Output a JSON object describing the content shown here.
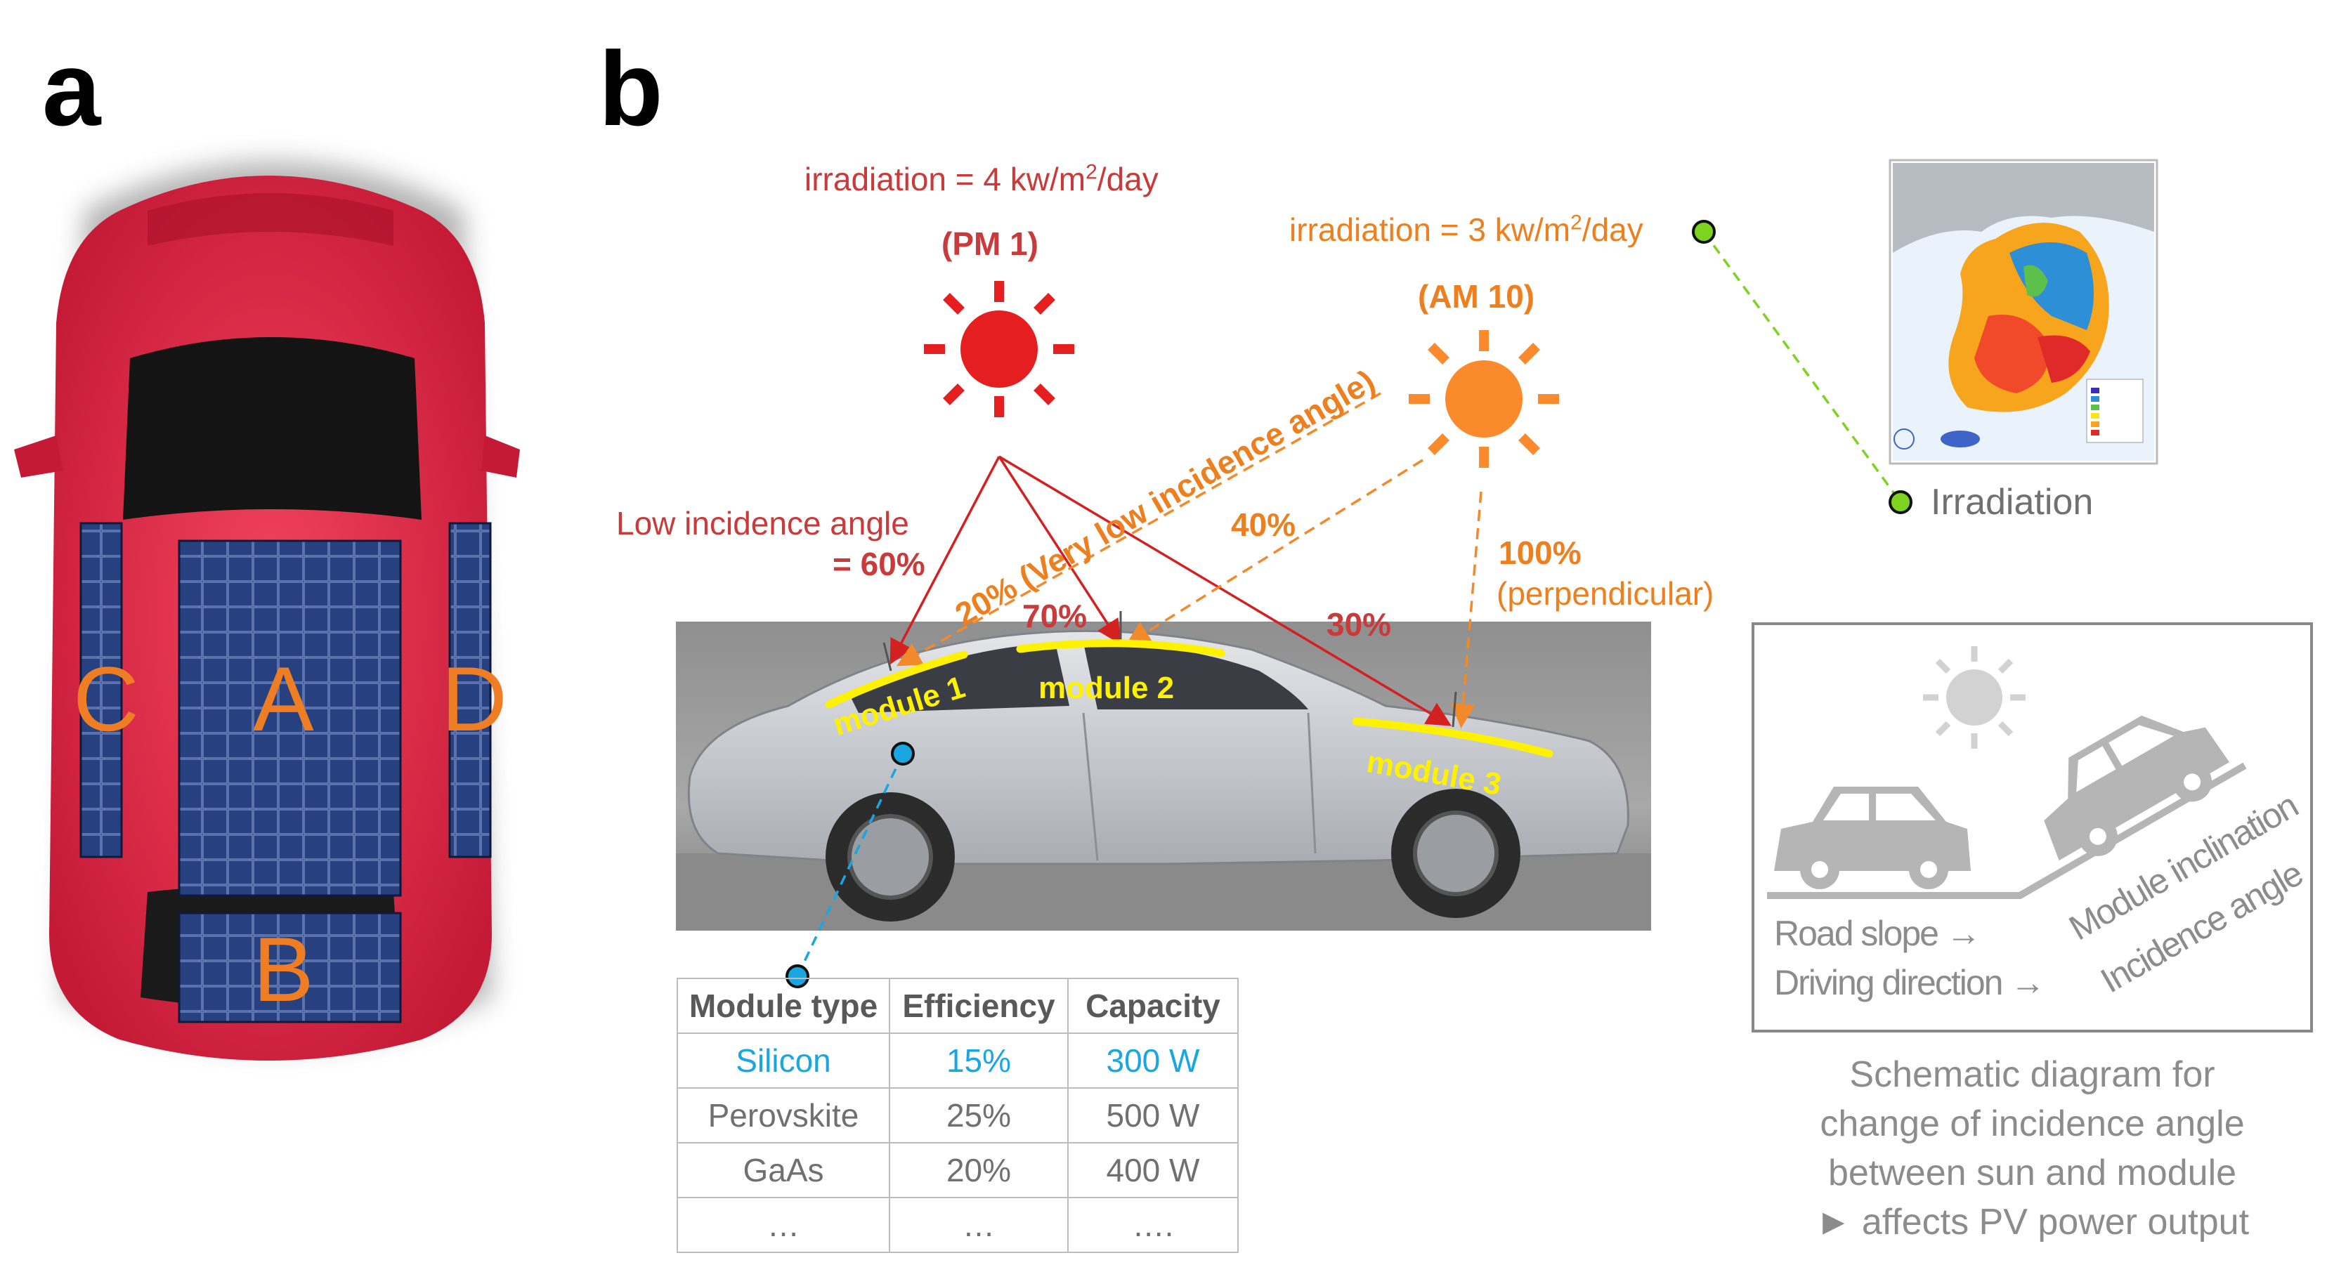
{
  "panels": {
    "a": "a",
    "b": "b"
  },
  "panel_a": {
    "car_labels": {
      "A": "A",
      "B": "B",
      "C": "C",
      "D": "D"
    }
  },
  "panel_b": {
    "irradiation_pm": {
      "prefix": "irradiation = 4 kw/m",
      "sup": "2",
      "suffix": "/day"
    },
    "irradiation_am": {
      "prefix": "irradiation = 3 kw/m",
      "sup": "2",
      "suffix": "/day"
    },
    "pm_label": "(PM 1)",
    "am_label": "(AM 10)",
    "low_incidence": "Low incidence angle",
    "low_incidence_pct": "= 60%",
    "very_low": "20% (Very low incidence angle)",
    "pct_40": "40%",
    "pct_70": "70%",
    "pct_30": "30%",
    "pct_100": "100%",
    "perpendicular": "(perpendicular)",
    "module_1": "module 1",
    "module_2": "module 2",
    "module_3": "module 3",
    "irradiation_map_label": "Irradiation",
    "table": {
      "headers": [
        "Module type",
        "Efficiency",
        "Capacity"
      ],
      "rows": [
        [
          "Silicon",
          "15%",
          "300 W"
        ],
        [
          "Perovskite",
          "25%",
          "500 W"
        ],
        [
          "GaAs",
          "20%",
          "400 W"
        ],
        [
          "…",
          "…",
          "…."
        ]
      ]
    },
    "schematic": {
      "road_slope": "Road slope →",
      "driving_direction": "Driving direction →",
      "module_inclination": "Module inclination",
      "incidence_angle": "Incidence angle"
    },
    "caption": [
      "Schematic diagram for",
      "change of incidence angle",
      "between sun and module",
      "► affects PV power output"
    ]
  },
  "colors": {
    "red": "#e51f1f",
    "orange": "#fb8a2d",
    "module_yellow": "#fff200",
    "green_dot": "#7ed321",
    "blue_dot": "#1aa6e0"
  }
}
